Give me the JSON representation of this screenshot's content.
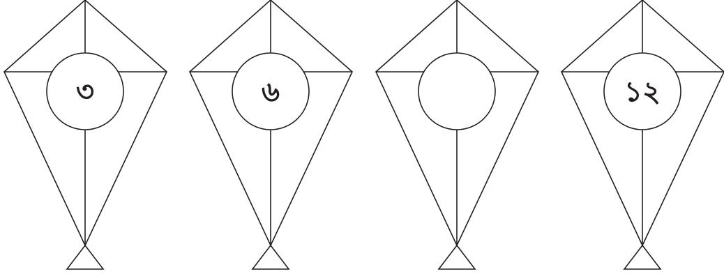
{
  "kites": [
    {
      "number": "৩"
    },
    {
      "number": "৬"
    },
    {
      "number": ""
    },
    {
      "number": "১২"
    }
  ],
  "colors": {
    "line": "#231f20",
    "background": "#ffffff"
  }
}
